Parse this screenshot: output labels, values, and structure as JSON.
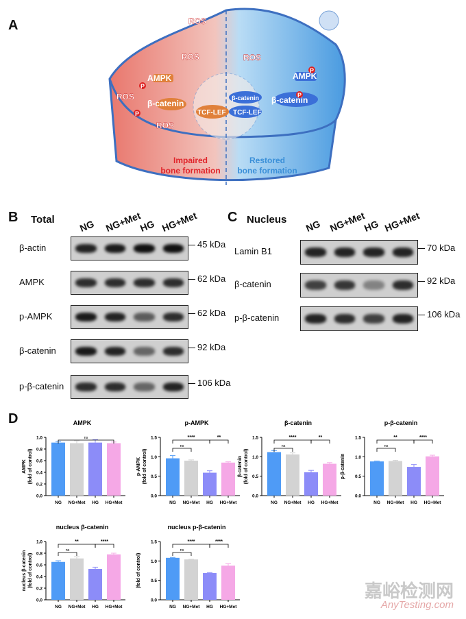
{
  "panels": {
    "a": "A",
    "b": "B",
    "c": "C",
    "d": "D"
  },
  "diagram": {
    "left_labels": [
      "ROS",
      "ROS",
      "ROS",
      "ROS",
      "AMPK",
      "β-catenin",
      "TCF-LEF",
      "P",
      "P"
    ],
    "right_labels": [
      "ROS",
      "AMPK",
      "β-catenin",
      "β-catenin",
      "TCF-LEF",
      "P",
      "P"
    ],
    "impaired": [
      "Impaired",
      "bone formation"
    ],
    "restored": [
      "Restored",
      "bone formation"
    ],
    "colors": {
      "left": "#e9776d",
      "right": "#4a9be0"
    }
  },
  "lanes": [
    "NG",
    "NG+Met",
    "HG",
    "HG+Met"
  ],
  "total": {
    "title": "Total",
    "rows": [
      {
        "label": "β-actin",
        "kda": "45 kDa",
        "intensity": [
          0.9,
          0.95,
          1,
          1
        ]
      },
      {
        "label": "AMPK",
        "kda": "62 kDa",
        "intensity": [
          0.85,
          0.85,
          0.85,
          0.85
        ]
      },
      {
        "label": "p-AMPK",
        "kda": "62 kDa",
        "intensity": [
          0.95,
          0.9,
          0.6,
          0.85
        ]
      },
      {
        "label": "β-catenin",
        "kda": "92 kDa",
        "intensity": [
          0.95,
          0.9,
          0.55,
          0.85
        ]
      },
      {
        "label": "p-β-catenin",
        "kda": "106 kDa",
        "intensity": [
          0.85,
          0.85,
          0.55,
          0.9
        ]
      }
    ]
  },
  "nucleus": {
    "title": "Nucleus",
    "rows": [
      {
        "label": "Lamin B1",
        "kda": "70 kDa",
        "intensity": [
          0.9,
          0.9,
          0.9,
          0.9
        ]
      },
      {
        "label": "β-catenin",
        "kda": "92 kDa",
        "intensity": [
          0.75,
          0.8,
          0.4,
          0.85
        ]
      },
      {
        "label": "p-β-catenin",
        "kda": "106 kDa",
        "intensity": [
          0.9,
          0.85,
          0.75,
          0.9
        ]
      }
    ]
  },
  "chart_data": [
    {
      "type": "bar",
      "title": "AMPK",
      "ylabel": [
        "AMPK",
        "(fold of control)"
      ],
      "categories": [
        "NG",
        "NG+Met",
        "HG",
        "HG+Met"
      ],
      "values": [
        0.91,
        0.9,
        0.91,
        0.9
      ],
      "errors": [
        0.02,
        0.04,
        0.05,
        0.02
      ],
      "ylim": [
        0,
        1.0
      ],
      "yticks": [
        "0.0",
        "0.2",
        "0.4",
        "0.6",
        "0.8",
        "1.0"
      ],
      "sig": [
        {
          "from": 0,
          "to": 3,
          "label": "ns"
        }
      ]
    },
    {
      "type": "bar",
      "title": "p-AMPK",
      "ylabel": [
        "p-AMPK",
        "(fold of control)"
      ],
      "categories": [
        "NG",
        "NG+Met",
        "HG",
        "HG+Met"
      ],
      "values": [
        0.96,
        0.9,
        0.59,
        0.85
      ],
      "errors": [
        0.07,
        0.02,
        0.05,
        0.02
      ],
      "ylim": [
        0,
        1.5
      ],
      "yticks": [
        "0.0",
        "0.5",
        "1.0",
        "1.5"
      ],
      "sig": [
        {
          "from": 0,
          "to": 1,
          "label": "ns"
        },
        {
          "from": 0,
          "to": 2,
          "label": "****"
        },
        {
          "from": 2,
          "to": 3,
          "label": "**"
        }
      ]
    },
    {
      "type": "bar",
      "title": "β-catenin",
      "ylabel": [
        "β-catenin",
        "(fold of control)"
      ],
      "categories": [
        "NG",
        "NG+Met",
        "HG",
        "HG+Met"
      ],
      "values": [
        1.12,
        1.06,
        0.6,
        0.82
      ],
      "errors": [
        0.04,
        0.04,
        0.05,
        0.03
      ],
      "ylim": [
        0,
        1.5
      ],
      "yticks": [
        "0.0",
        "0.5",
        "1.0",
        "1.5"
      ],
      "sig": [
        {
          "from": 0,
          "to": 1,
          "label": "ns"
        },
        {
          "from": 0,
          "to": 2,
          "label": "****"
        },
        {
          "from": 2,
          "to": 3,
          "label": "**"
        }
      ]
    },
    {
      "type": "bar",
      "title": "p-β-catenin",
      "ylabel": [
        "p-β-catenin"
      ],
      "categories": [
        "NG",
        "NG+Met",
        "HG",
        "HG+Met"
      ],
      "values": [
        0.88,
        0.89,
        0.74,
        1.01
      ],
      "errors": [
        0.01,
        0.02,
        0.06,
        0.03
      ],
      "ylim": [
        0,
        1.5
      ],
      "yticks": [
        "0.0",
        "0.5",
        "1.0",
        "1.5"
      ],
      "sig": [
        {
          "from": 0,
          "to": 1,
          "label": "ns"
        },
        {
          "from": 0,
          "to": 2,
          "label": "**"
        },
        {
          "from": 2,
          "to": 3,
          "label": "****"
        }
      ]
    },
    {
      "type": "bar",
      "title": "nucleus β-catenin",
      "ylabel": [
        "nucleus β-catenin",
        "(fold of control)"
      ],
      "categories": [
        "NG",
        "NG+Met",
        "HG",
        "HG+Met"
      ],
      "values": [
        0.65,
        0.71,
        0.53,
        0.78
      ],
      "errors": [
        0.02,
        0.03,
        0.03,
        0.02
      ],
      "ylim": [
        0,
        1.0
      ],
      "yticks": [
        "0.0",
        "0.2",
        "0.4",
        "0.6",
        "0.8",
        "1.0"
      ],
      "sig": [
        {
          "from": 0,
          "to": 1,
          "label": "ns"
        },
        {
          "from": 0,
          "to": 2,
          "label": "**"
        },
        {
          "from": 2,
          "to": 3,
          "label": "****"
        }
      ]
    },
    {
      "type": "bar",
      "title": "nucleus p-β-catenin",
      "ylabel": [
        "(fold of control)"
      ],
      "categories": [
        "NG",
        "NG+Met",
        "HG",
        "HG+Met"
      ],
      "values": [
        1.08,
        1.04,
        0.69,
        0.88
      ],
      "errors": [
        0.01,
        0.005,
        0.01,
        0.05
      ],
      "ylim": [
        0,
        1.5
      ],
      "yticks": [
        "0.0",
        "0.5",
        "1.0",
        "1.5"
      ],
      "sig": [
        {
          "from": 0,
          "to": 1,
          "label": "ns"
        },
        {
          "from": 0,
          "to": 2,
          "label": "****"
        },
        {
          "from": 2,
          "to": 3,
          "label": "****"
        }
      ]
    }
  ],
  "bar_colors": [
    "#4f9bf6",
    "#d3d3d3",
    "#8c8cf8",
    "#f5a8e6"
  ],
  "watermark": {
    "cn": "嘉峪检测网",
    "en": "AnyTesting.com"
  }
}
